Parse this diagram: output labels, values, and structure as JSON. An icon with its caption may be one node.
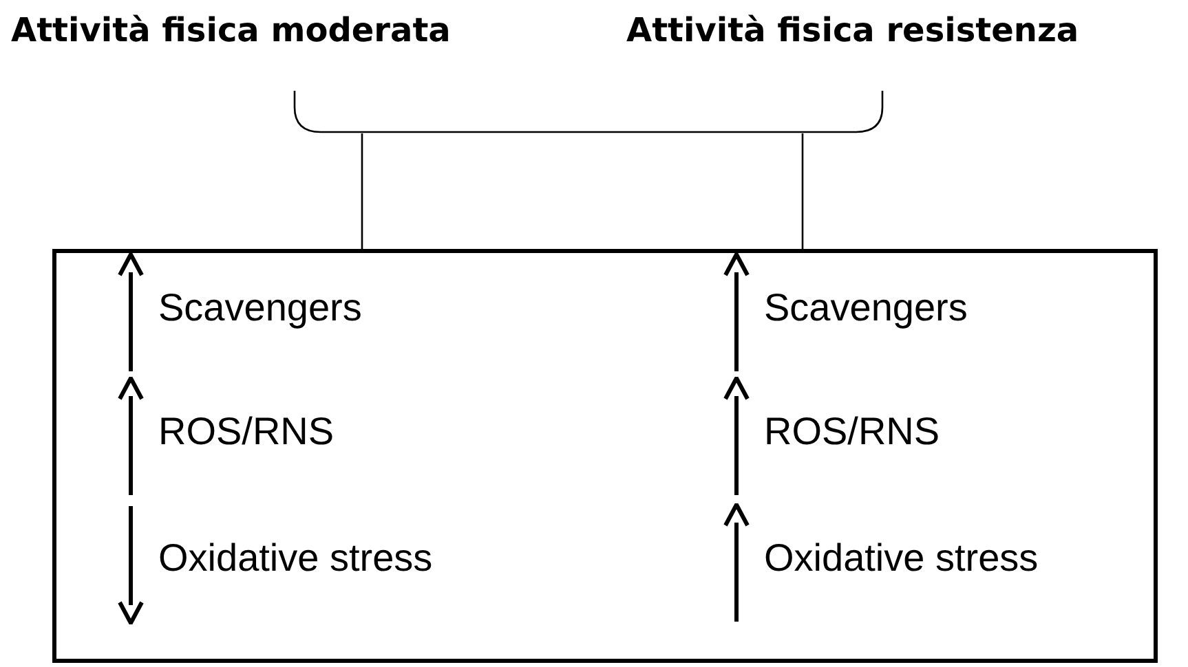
{
  "diagram": {
    "nodes": [
      {
        "text": [
          "Attività fisica moderata"
        ]
      },
      {
        "text": [
          "Attività fisica resistenza"
        ]
      },
      {
        "text": [],
        "shape": "bracket"
      },
      {
        "text": [
          "Scavengers",
          "ROS/RNS",
          "Oxidative stress",
          "Scavengers",
          "ROS/RNS",
          "Oxidative stress"
        ]
      }
    ],
    "edges": [
      {
        "from": 2,
        "to": 3,
        "arrow": "none"
      },
      {
        "from": 2,
        "to": 3,
        "arrow": "none"
      }
    ]
  }
}
